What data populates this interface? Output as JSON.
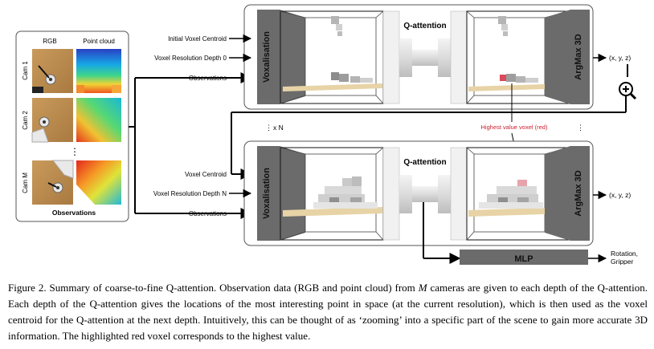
{
  "observations_panel": {
    "col_rgb": "RGB",
    "col_point_cloud": "Point cloud",
    "cams": [
      "Cam 1",
      "Cam 2",
      "Cam M"
    ],
    "dots": "⋮",
    "label": "Observations"
  },
  "top_block": {
    "inputs": [
      "Initial Voxel Centroid",
      "Voxel Resolution Depth 0",
      "Observations"
    ],
    "voxelisation": "Voxalisation",
    "title": "Q-attention",
    "argmax": "ArgMax 3D",
    "output": "(x, y, z)"
  },
  "repeat_label": "x N",
  "highest_label": "Highest value voxel (red)",
  "bottom_block": {
    "inputs": [
      "Voxel Centroid",
      "Voxel Resolution Depth N",
      "Observations"
    ],
    "voxelisation": "Voxalisation",
    "title": "Q-attention",
    "argmax": "ArgMax 3D",
    "output": "(x, y, z)"
  },
  "mlp": {
    "label": "MLP",
    "output_line1": "Rotation,",
    "output_line2": "Gripper"
  },
  "caption": {
    "prefix": "Figure 2. Summary of coarse-to-fine Q-attention. Observation data (RGB and point cloud) from ",
    "math": "M",
    "suffix": " cameras are given to each depth of the Q-attention. Each depth of the Q-attention gives the locations of the most interesting point in space (at the current resolution), which is then used as the voxel centroid for the Q-attention at the next depth. Intuitively, this can be thought of as ‘zooming’ into a specific part of the scene to gain more accurate 3D information. The highlighted red voxel corresponds to the highest value."
  },
  "colors": {
    "panel_dark": "#6b6b6b",
    "panel_text": "#111111",
    "wood": "#e7d3a6",
    "highlight": "#cc1f2e"
  }
}
